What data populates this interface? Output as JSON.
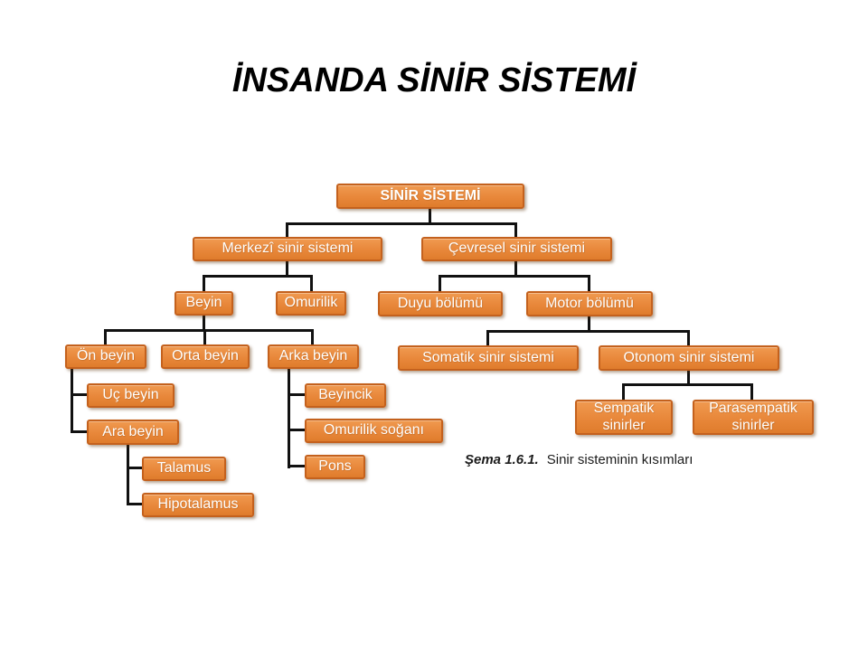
{
  "page": {
    "title": "İNSANDA SİNİR SİSTEMİ"
  },
  "colors": {
    "box_fill": "#e8873a",
    "box_fill_light": "#f09a50",
    "box_border": "#c4611d",
    "box_text": "#ffffff",
    "connector": "#111111",
    "title_text": "#000000",
    "caption_text": "#1c1c1c"
  },
  "caption": {
    "label": "Şema 1.6.1.",
    "text": "Sinir sisteminin kısımları"
  },
  "nodes": {
    "sinir_sistemi": {
      "label": "SİNİR SİSTEMİ"
    },
    "merkezi": {
      "label": "Merkezî sinir sistemi"
    },
    "cevresel": {
      "label": "Çevresel sinir sistemi"
    },
    "beyin": {
      "label": "Beyin"
    },
    "omurilik": {
      "label": "Omurilik"
    },
    "duyu": {
      "label": "Duyu bölümü"
    },
    "motor": {
      "label": "Motor bölümü"
    },
    "on_beyin": {
      "label": "Ön beyin"
    },
    "orta_beyin": {
      "label": "Orta beyin"
    },
    "arka_beyin": {
      "label": "Arka beyin"
    },
    "somatik": {
      "label": "Somatik sinir sistemi"
    },
    "otonom": {
      "label": "Otonom sinir sistemi"
    },
    "uc_beyin": {
      "label": "Uç beyin"
    },
    "ara_beyin": {
      "label": "Ara beyin"
    },
    "beyincik": {
      "label": "Beyincik"
    },
    "omurilik_sogani": {
      "label": "Omurilik soğanı"
    },
    "pons": {
      "label": "Pons"
    },
    "talamus": {
      "label": "Talamus"
    },
    "hipotalamus": {
      "label": "Hipotalamus"
    },
    "sempatik": {
      "label": "Sempatik sinirler"
    },
    "parasempatik": {
      "label": "Parasempatik sinirler"
    }
  },
  "hierarchy": {
    "SİNİR SİSTEMİ": [
      "Merkezî sinir sistemi",
      "Çevresel sinir sistemi"
    ],
    "Merkezî sinir sistemi": [
      "Beyin",
      "Omurilik"
    ],
    "Çevresel sinir sistemi": [
      "Duyu bölümü",
      "Motor bölümü"
    ],
    "Beyin": [
      "Ön beyin",
      "Orta beyin",
      "Arka beyin"
    ],
    "Ön beyin": [
      "Uç beyin",
      "Ara beyin"
    ],
    "Ara beyin": [
      "Talamus",
      "Hipotalamus"
    ],
    "Arka beyin": [
      "Beyincik",
      "Omurilik soğanı",
      "Pons"
    ],
    "Motor bölümü": [
      "Somatik sinir sistemi",
      "Otonom sinir sistemi"
    ],
    "Otonom sinir sistemi": [
      "Sempatik sinirler",
      "Parasempatik sinirler"
    ]
  }
}
